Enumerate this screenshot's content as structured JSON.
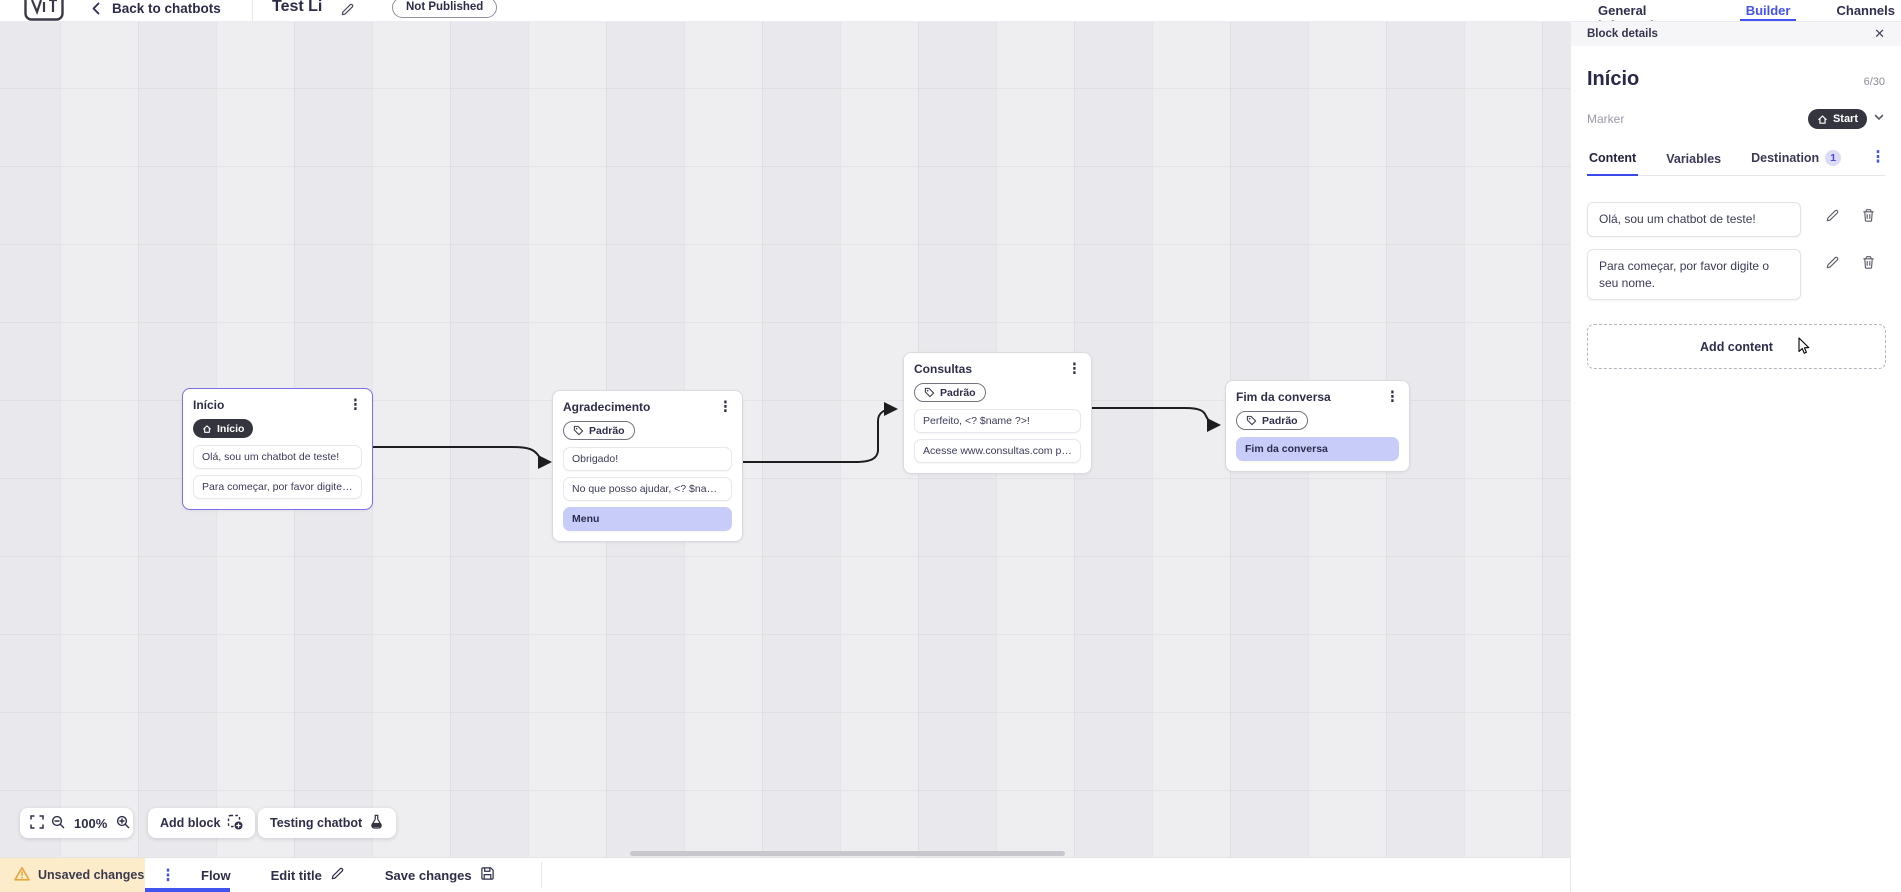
{
  "header": {
    "back_label": "Back to chatbots",
    "title": "Test Li",
    "status_badge": "Not Published",
    "tabs": [
      {
        "label": "General information",
        "active": false
      },
      {
        "label": "Builder",
        "active": true
      },
      {
        "label": "Channels",
        "active": false
      }
    ]
  },
  "panel": {
    "bar_title": "Block details",
    "close_glyph": "✕",
    "block_name": "Início",
    "name_counter": "6/30",
    "marker_label": "Marker",
    "marker_value": "Start",
    "tabs": [
      {
        "label": "Content",
        "active": true
      },
      {
        "label": "Variables",
        "active": false
      },
      {
        "label": "Destination",
        "active": false,
        "badge": "1"
      }
    ],
    "contents": [
      {
        "text": "Olá, sou um chatbot de teste!"
      },
      {
        "text": "Para começar, por favor digite o seu nome."
      }
    ],
    "add_content_label": "Add content"
  },
  "canvas": {
    "blocks": [
      {
        "title": "Início",
        "marker": "Início",
        "rows": [
          {
            "text": "Olá, sou um chatbot de teste!"
          },
          {
            "text": "Para começar, por favor digite o ..."
          }
        ]
      },
      {
        "title": "Agradecimento",
        "marker": "Padrão",
        "rows": [
          {
            "text": "Obrigado!"
          },
          {
            "text": "No que posso ajudar, <? $name ..."
          },
          {
            "text": "Menu"
          }
        ]
      },
      {
        "title": "Consultas",
        "marker": "Padrão",
        "rows": [
          {
            "text": "Perfeito, <? $name ?>!"
          },
          {
            "text": "Acesse www.consultas.com par..."
          }
        ]
      },
      {
        "title": "Fim da conversa",
        "marker": "Padrão",
        "rows": [
          {
            "text": "Fim da conversa"
          }
        ]
      }
    ],
    "toolbar": {
      "zoom_level": "100%",
      "add_block_label": "Add block",
      "testing_label": "Testing chatbot"
    }
  },
  "bottom_bar": {
    "unsaved_label": "Unsaved changes",
    "flow_tab": "Flow",
    "edit_title_label": "Edit title",
    "save_label": "Save changes"
  },
  "colors": {
    "accent": "#4353f0",
    "selected_block_border": "#7b6fee",
    "dark_pill": "#35353f",
    "lavender_row": "#c7cdf8",
    "warning": "#e8a53c",
    "unsaved_bg": "#fcecca"
  }
}
